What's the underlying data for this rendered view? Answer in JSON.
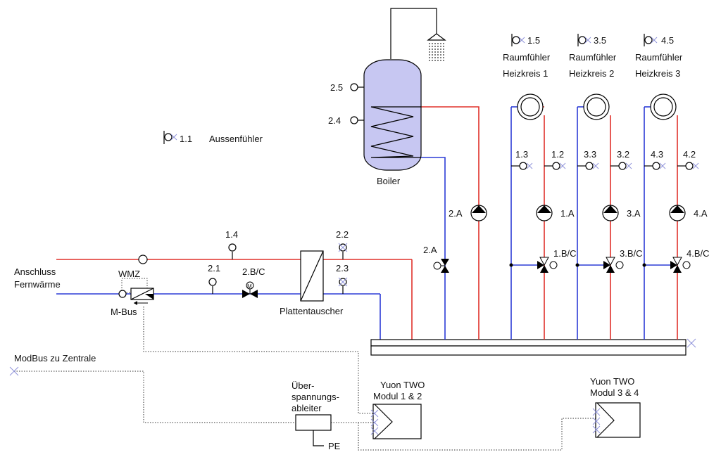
{
  "labels": {
    "sensor_1_1": "1.1",
    "aussenfuehler": "Aussenfühler",
    "sensor_1_5": "1.5",
    "sensor_3_5": "3.5",
    "sensor_4_5": "4.5",
    "raumfuehler_1": "Raumfühler",
    "raumfuehler_2": "Raumfühler",
    "raumfuehler_3": "Raumfühler",
    "heizkreis_1": "Heizkreis 1",
    "heizkreis_2": "Heizkreis 2",
    "heizkreis_3": "Heizkreis 3",
    "sensor_2_5": "2.5",
    "sensor_2_4": "2.4",
    "boiler": "Boiler",
    "sensor_1_3": "1.3",
    "sensor_1_2": "1.2",
    "sensor_3_3": "3.3",
    "sensor_3_2": "3.2",
    "sensor_4_3": "4.3",
    "sensor_4_2": "4.2",
    "pump_2a_top": "2.A",
    "pump_1a": "1.A",
    "pump_3a": "3.A",
    "pump_4a": "4.A",
    "valve_2a": "2.A",
    "valve_1bc": "1.B/C",
    "valve_3bc": "3.B/C",
    "valve_4bc": "4.B/C",
    "sensor_1_4": "1.4",
    "sensor_2_2": "2.2",
    "sensor_2_1": "2.1",
    "sensor_2_3": "2.3",
    "valve_2bc": "2.B/C",
    "anschluss": "Anschluss",
    "fernwaerme": "Fernwärme",
    "wmz": "WMZ",
    "mbus": "M-Bus",
    "plattentauscher": "Plattentauscher",
    "modbus": "ModBus zu Zentrale",
    "ueber": "Über-",
    "spannungs": "spannungs-",
    "ableiter": "ableiter",
    "pe": "PE",
    "yuon_1_title": "Yuon TWO",
    "yuon_1_sub": "Modul 1 & 2",
    "yuon_2_title": "Yuon TWO",
    "yuon_2_sub": "Modul 3 & 4",
    "motor_m": "M"
  },
  "colors": {
    "supply": "#e0302a",
    "return": "#2b3bd6",
    "boiler_fill": "#c7c7f2",
    "signal": "#333333"
  }
}
